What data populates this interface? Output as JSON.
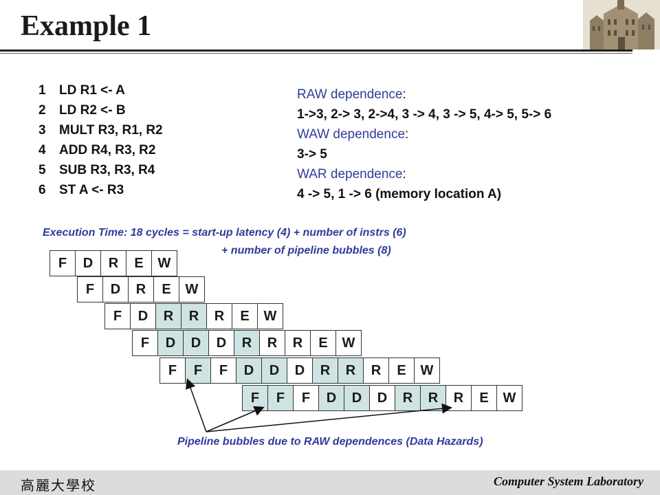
{
  "title": "Example 1",
  "instructions": [
    {
      "num": "1",
      "text": "LD R1 <- A"
    },
    {
      "num": "2",
      "text": "LD R2 <- B"
    },
    {
      "num": "3",
      "text": "MULT R3, R1, R2"
    },
    {
      "num": "4",
      "text": "ADD R4, R3, R2"
    },
    {
      "num": "5",
      "text": "SUB R3, R3, R4"
    },
    {
      "num": "6",
      "text": "ST A <- R3"
    }
  ],
  "dependences": {
    "raw_label": "RAW dependence",
    "raw_colon": ":",
    "raw_value": "1->3, 2-> 3, 2->4, 3 -> 4, 3 -> 5, 4-> 5, 5-> 6",
    "waw_label": "WAW dependence",
    "waw_colon": ":",
    "waw_value": "3-> 5",
    "war_label": "WAR dependence",
    "war_colon": ":",
    "war_value": "4 -> 5, 1 -> 6 (memory location A)"
  },
  "execution_time": {
    "line1": "Execution Time: 18 cycles = start-up latency (4) + number of instrs (6)",
    "line2": "+ number of pipeline bubbles (8)"
  },
  "pipeline": [
    {
      "stages": [
        "F",
        "D",
        "R",
        "E",
        "W"
      ],
      "bubbles": [
        false,
        false,
        false,
        false,
        false
      ]
    },
    {
      "stages": [
        "F",
        "D",
        "R",
        "E",
        "W"
      ],
      "bubbles": [
        false,
        false,
        false,
        false,
        false
      ]
    },
    {
      "stages": [
        "F",
        "D",
        "R",
        "R",
        "R",
        "E",
        "W"
      ],
      "bubbles": [
        false,
        false,
        true,
        true,
        false,
        false,
        false
      ]
    },
    {
      "stages": [
        "F",
        "D",
        "D",
        "D",
        "R",
        "R",
        "R",
        "E",
        "W"
      ],
      "bubbles": [
        false,
        true,
        true,
        false,
        true,
        false,
        false,
        false,
        false
      ]
    },
    {
      "stages": [
        "F",
        "F",
        "F",
        "D",
        "D",
        "D",
        "R",
        "R",
        "R",
        "E",
        "W"
      ],
      "bubbles": [
        false,
        true,
        false,
        true,
        true,
        false,
        true,
        true,
        false,
        false,
        false
      ]
    },
    {
      "stages": [
        "F",
        "F",
        "F",
        "D",
        "D",
        "D",
        "R",
        "R",
        "R",
        "E",
        "W"
      ],
      "bubbles": [
        true,
        true,
        false,
        true,
        true,
        false,
        true,
        true,
        false,
        false,
        false
      ]
    }
  ],
  "bubble_note": "Pipeline bubbles due to RAW dependences (Data Hazards)",
  "footer": {
    "left": "高麗大學校",
    "right": "Computer System Laboratory"
  },
  "colors": {
    "accent_blue": "#2f3c99",
    "bubble_fill": "#cfe3e3"
  }
}
